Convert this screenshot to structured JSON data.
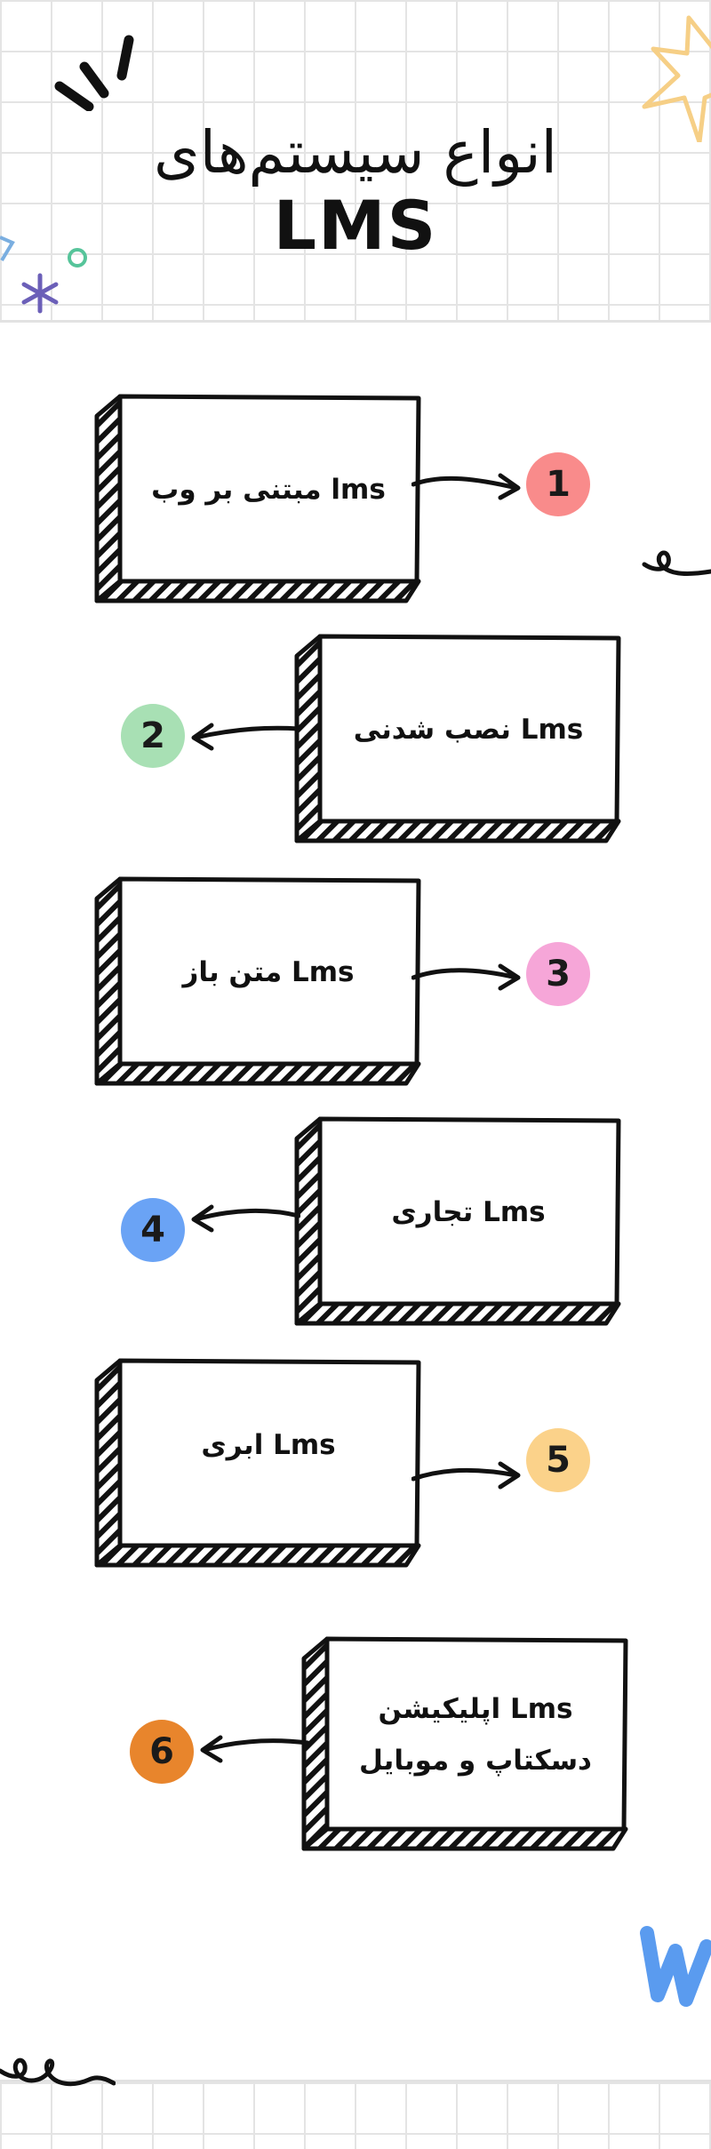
{
  "title": {
    "line1": "انواع سیستم‌های",
    "line2": "LMS"
  },
  "items": [
    {
      "number": "1",
      "label": "lms مبتنی بر وب",
      "color": "#f98b8b"
    },
    {
      "number": "2",
      "label": "Lms نصب شدنی",
      "color": "#a8e0b4"
    },
    {
      "number": "3",
      "label": "Lms متن باز",
      "color": "#f6a6d8"
    },
    {
      "number": "4",
      "label": "Lms تجاری",
      "color": "#6aa3f5"
    },
    {
      "number": "5",
      "label": "Lms ابری",
      "color": "#fbd28a"
    },
    {
      "number": "6",
      "label": "Lms اپلیکیشن\nدسکتاپ و موبایل",
      "color": "#e8852c"
    }
  ],
  "decorations": {
    "star_color": "#f6cf86",
    "small_star_color": "#6b5fb8",
    "circle_color": "#56c49a",
    "squiggle_color": "#5a9bef",
    "icons": [
      "burst-lines-icon",
      "star-icon",
      "small-star-icon",
      "circle-icon",
      "squiggle-icon",
      "loop-icon"
    ]
  }
}
